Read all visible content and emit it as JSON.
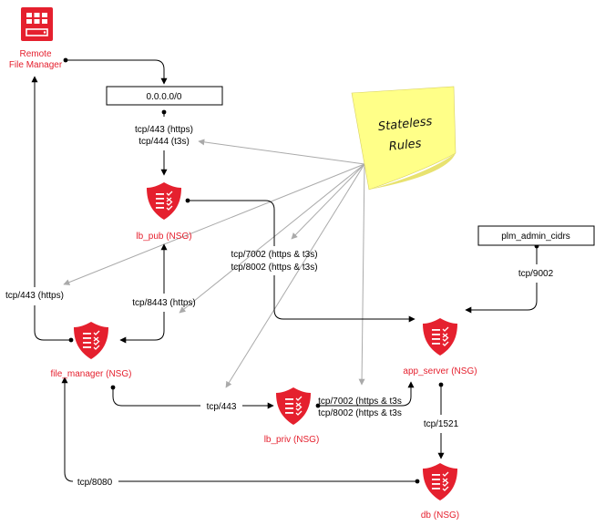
{
  "nodes": {
    "remote_fm": {
      "line1": "Remote",
      "line2": "File Manager",
      "icon": "storage-icon"
    },
    "any_cidr": {
      "label": "0.0.0.0/0"
    },
    "plm_cidrs": {
      "label": "plm_admin_cidrs"
    },
    "lb_pub": {
      "label": "lb_pub (NSG)",
      "icon": "shield-icon"
    },
    "file_manager": {
      "label": "file_manager (NSG)",
      "icon": "shield-icon"
    },
    "app_server": {
      "label": "app_server (NSG)",
      "icon": "shield-icon"
    },
    "lb_priv": {
      "label": "lb_priv (NSG)",
      "icon": "shield-icon"
    },
    "db": {
      "label": "db (NSG)",
      "icon": "shield-icon"
    }
  },
  "note": {
    "line1": "Stateless",
    "line2": "Rules",
    "color": "#ffff88"
  },
  "edges": {
    "cidr_to_lbpub": {
      "line1": "tcp/443 (https)",
      "line2": "tcp/444 (t3s)"
    },
    "lbpub_to_app": {
      "line1": "tcp/7002 (https & t3s)",
      "line2": "tcp/8002 (https & t3s)"
    },
    "plm_to_app": {
      "label": "tcp/9002"
    },
    "fm_to_remote": {
      "label": "tcp/443 (https)"
    },
    "fm_to_lbpub": {
      "label": "tcp/8443 (https)"
    },
    "fm_to_lbpriv": {
      "label": "tcp/443"
    },
    "lbpriv_to_app": {
      "line1": "tcp/7002 (https & t3s",
      "line2": "tcp/8002 (https & t3s"
    },
    "app_to_db": {
      "label": "tcp/1521"
    },
    "db_to_fm": {
      "label": "tcp/8080"
    }
  },
  "colors": {
    "accent": "#e5202e",
    "gray_line": "#aaaaaa",
    "line": "#000000"
  }
}
